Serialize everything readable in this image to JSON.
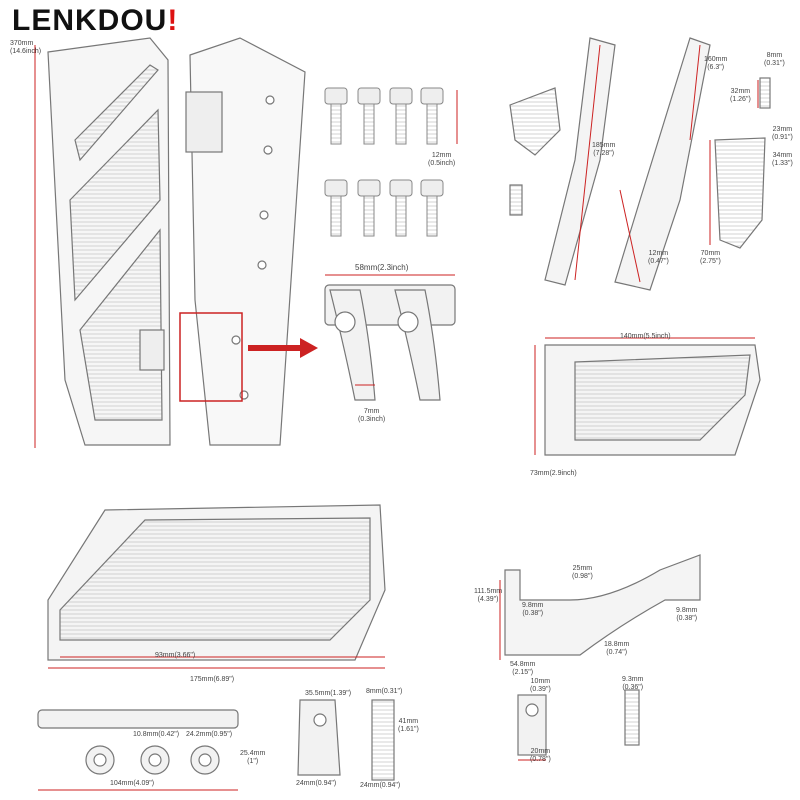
{
  "brand": {
    "name": "LENKDOU",
    "mark": "!",
    "accent": "#dd1111"
  },
  "colors": {
    "dimension": "#cc2222",
    "outline": "#777777",
    "part_fill": "#f2f2f2",
    "highlight_box": "#cc2222"
  },
  "dimensions": {
    "footboard_length": {
      "mm": "370mm",
      "inch": "(14.6inch)"
    },
    "bolt_length": {
      "mm": "12mm",
      "inch": "(0.5inch)"
    },
    "clamp_width": {
      "mm": "58mm(2.3inch)"
    },
    "clamp_gap": {
      "mm": "7mm",
      "inch": "(0.3inch)"
    },
    "arm_length": {
      "mm": "185mm",
      "inch": "(7.28\")"
    },
    "arm2_length": {
      "mm": "160mm",
      "inch": "(6.3\")"
    },
    "arm_hole": {
      "mm": "12mm",
      "inch": "(0.47\")"
    },
    "pin_length": {
      "mm": "32mm",
      "inch": "(1.26\")"
    },
    "pin_dia": {
      "mm": "8mm",
      "inch": "(0.31\")"
    },
    "peg_top": {
      "mm": "23mm",
      "inch": "(0.91\")"
    },
    "peg_mid": {
      "mm": "34mm",
      "inch": "(1.33\")"
    },
    "peg_len": {
      "mm": "70mm",
      "inch": "(2.75\")"
    },
    "plate_width": {
      "mm": "140mm(5.5inch)"
    },
    "plate_height": {
      "mm": "73mm(2.9inch)"
    },
    "big_plate_depth": {
      "mm": "93mm(3.66\")"
    },
    "big_plate_width": {
      "mm": "175mm(6.89\")"
    },
    "bracket_h": {
      "mm": "111.5mm",
      "inch": "(4.39\")"
    },
    "bracket_w1": {
      "mm": "25mm",
      "inch": "(0.98\")"
    },
    "bracket_w2": {
      "mm": "9.8mm",
      "inch": "(0.38\")"
    },
    "bracket_w3": {
      "mm": "9.8mm",
      "inch": "(0.38\")"
    },
    "bracket_t": {
      "mm": "18.8mm",
      "inch": "(0.74\")"
    },
    "bracket_base": {
      "mm": "54.8mm",
      "inch": "(2.15\")"
    },
    "block_hole": {
      "mm": "10mm",
      "inch": "(0.39\")"
    },
    "block_w": {
      "mm": "20mm",
      "inch": "(0.78\")"
    },
    "pin2_dia": {
      "mm": "9.3mm",
      "inch": "(0.36\")"
    },
    "plate3_h1": {
      "mm": "10.8mm(0.42\")"
    },
    "plate3_h2": {
      "mm": "24.2mm(0.95\")"
    },
    "plate3_t": {
      "mm": "25.4mm",
      "inch": "(1\")"
    },
    "plate3_w": {
      "mm": "104mm(4.09\")"
    },
    "mount_h": {
      "mm": "35.5mm(1.39\")"
    },
    "mount_w": {
      "mm": "24mm(0.94\")"
    },
    "bolt2_dia": {
      "mm": "8mm(0.31\")"
    },
    "bolt2_len": {
      "mm": "41mm",
      "inch": "(1.61\")"
    },
    "bolt2_head": {
      "mm": "24mm(0.94\")"
    }
  }
}
